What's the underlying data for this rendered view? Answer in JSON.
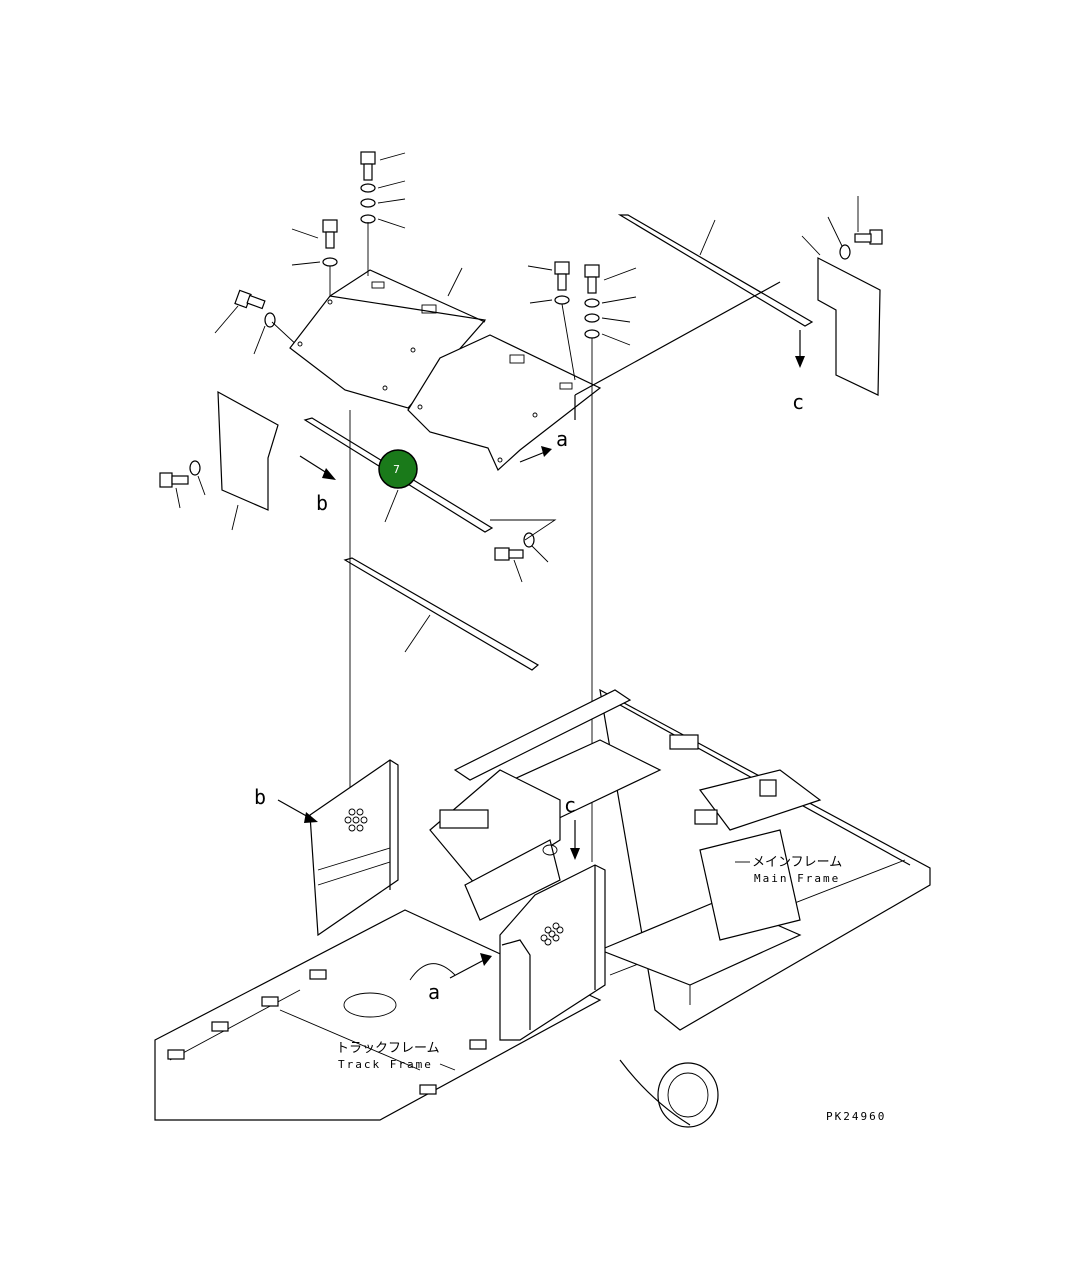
{
  "callout": {
    "number": "7",
    "color": "#1a7a1a"
  },
  "labels": {
    "a_top": "a",
    "b_top": "b",
    "c_top": "c",
    "a_bottom": "a",
    "b_bottom": "b",
    "c_bottom": "c"
  },
  "main_frame": {
    "jp": "メインフレーム",
    "en": "Main Frame"
  },
  "track_frame": {
    "jp": "トラックフレーム",
    "en": "Track Frame"
  },
  "drawing_code": "PK24960"
}
